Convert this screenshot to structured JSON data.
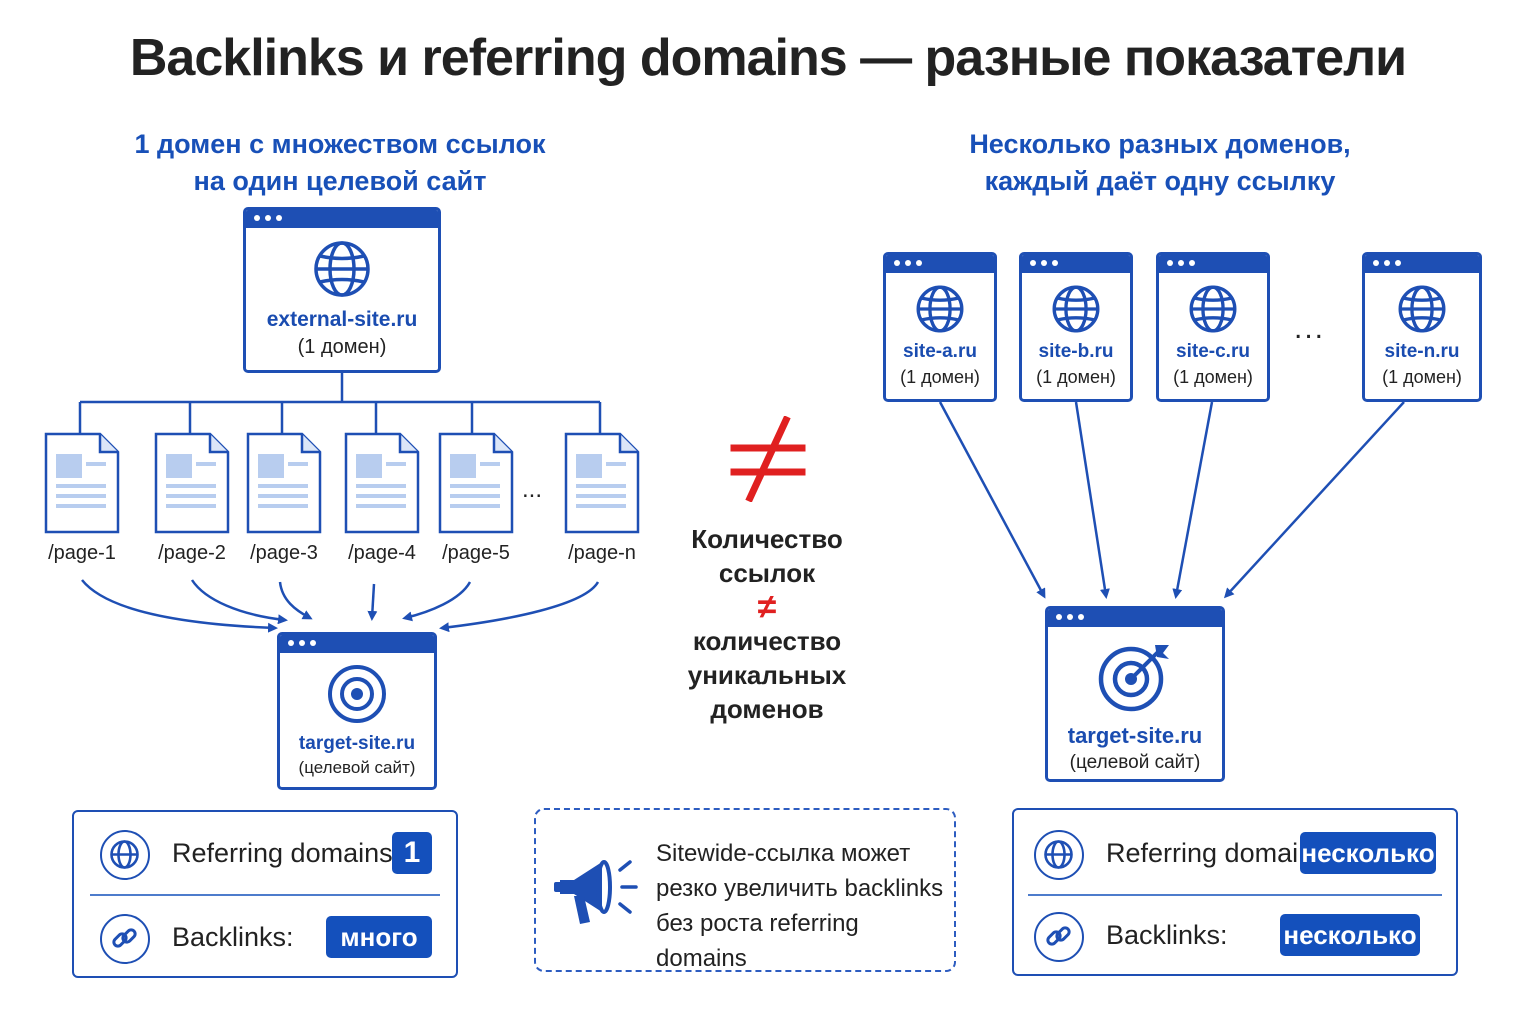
{
  "title": "Backlinks и referring domains — разные показатели",
  "left": {
    "subtitle_line1": "1 домен с множеством ссылок",
    "subtitle_line2": "на один целевой сайт",
    "source": {
      "domain": "external-site.ru",
      "note": "(1 домен)",
      "icon": "globe-icon"
    },
    "pages": [
      "/page-1",
      "/page-2",
      "/page-3",
      "/page-4",
      "/page-5",
      "/page-n"
    ],
    "ellipsis": "...",
    "target": {
      "domain": "target-site.ru",
      "note": "(целевой сайт)",
      "icon": "target-icon"
    },
    "stats": {
      "referring_label": "Referring domains:",
      "referring_value": "1",
      "backlinks_label": "Backlinks:",
      "backlinks_value": "много"
    }
  },
  "center": {
    "not_equal_icon": "not-equal-icon",
    "line1": "Количество",
    "line2": "ссылок",
    "symbol": "≠",
    "line3": "количество",
    "line4": "уникальных",
    "line5": "доменов",
    "note_line1": "Sitewide-ссылка может",
    "note_line2": "резко увеличить backlinks",
    "note_line3": "без роста referring domains",
    "note_icon": "megaphone-icon"
  },
  "right": {
    "subtitle_line1": "Несколько разных доменов,",
    "subtitle_line2": "каждый даёт одну ссылку",
    "sites": [
      {
        "domain": "site-a.ru",
        "note": "(1 домен)"
      },
      {
        "domain": "site-b.ru",
        "note": "(1 домен)"
      },
      {
        "domain": "site-c.ru",
        "note": "(1 домен)"
      },
      {
        "domain": "site-n.ru",
        "note": "(1 домен)"
      }
    ],
    "ellipsis": "...",
    "target": {
      "domain": "target-site.ru",
      "note": "(целевой сайт)",
      "icon": "target-icon"
    },
    "stats": {
      "referring_label": "Referring domains:",
      "referring_value": "несколько",
      "backlinks_label": "Backlinks:",
      "backlinks_value": "несколько"
    }
  },
  "colors": {
    "primary": "#1e4fb4",
    "accent_red": "#e02020",
    "pill": "#1450bc"
  }
}
